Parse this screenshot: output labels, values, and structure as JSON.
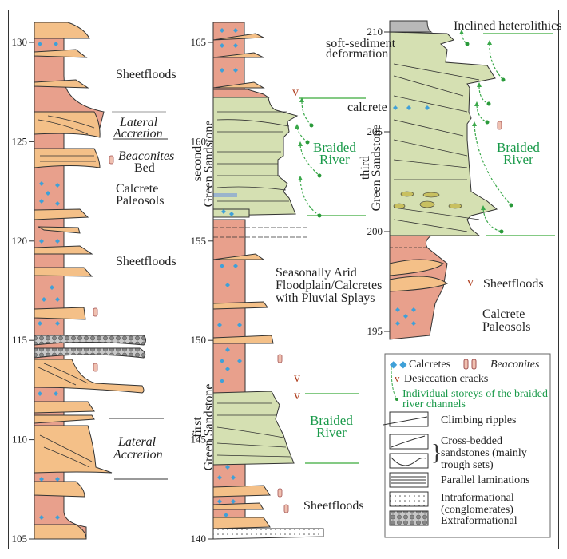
{
  "figure": {
    "type": "stratigraphic-log-diagram",
    "colors": {
      "mudstone": "#e8a08c",
      "sandstone_orange": "#f4c088",
      "green_sandstone": "#d5e0b2",
      "braided_river_text": "#1a9a4a",
      "calcrete": "#3fa0d8",
      "desiccation": "#b04020",
      "conglomerate_grey": "#a8a8a8"
    },
    "columns": [
      {
        "id": "left",
        "ticks": [
          "130",
          "125",
          "120",
          "115",
          "110",
          "105"
        ],
        "labels": {
          "sheetfloods_top": "Sheetfloods",
          "lateral_accretion_top_1": "Lateral",
          "lateral_accretion_top_2": "Accretion",
          "beaconites_1": "Beaconites",
          "beaconites_2": "Bed",
          "calcrete_1": "Calcrete",
          "calcrete_2": "Paleosols",
          "sheetfloods_mid": "Sheetfloods",
          "lateral_accretion_bottom_1": "Lateral",
          "lateral_accretion_bottom_2": "Accretion"
        }
      },
      {
        "id": "middle",
        "ticks": [
          "165",
          "160",
          "155",
          "150",
          "145",
          "140"
        ],
        "side_label_upper_1": "second",
        "side_label_upper_2": "Green Sandstone",
        "side_label_lower_1": "first",
        "side_label_lower_2": "Green Sandstone",
        "labels": {
          "braided_upper_1": "Braided",
          "braided_upper_2": "River",
          "floodplain_1": "Seasonally Arid",
          "floodplain_2": "Floodplain/Calcretes",
          "floodplain_3": "with Pluvial Splays",
          "braided_lower_1": "Braided",
          "braided_lower_2": "River",
          "sheetfloods": "Sheetfloods"
        }
      },
      {
        "id": "right",
        "ticks": [
          "210",
          "205",
          "200",
          "195"
        ],
        "side_label_1": "third",
        "side_label_2": "Green Sandstone",
        "labels": {
          "inclined": "Inclined  heterolithics",
          "soft_sed_1": "soft-sediment",
          "soft_sed_2": "deformation",
          "calcrete": "calcrete",
          "braided_1": "Braided",
          "braided_2": "River",
          "sheetfloods": "Sheetfloods",
          "paleosols_1": "Calcrete",
          "paleosols_2": "Paleosols"
        }
      }
    ],
    "legend": {
      "calcretes": "Calcretes",
      "beaconites": "Beaconites",
      "desiccation": "Desiccation cracks",
      "storeys_1": "Individual storeys of the braided",
      "storeys_2": "river channels",
      "climbing": "Climbing ripples",
      "cross_1": "Cross-bedded",
      "cross_2": "sandstones (mainly",
      "cross_3": "trough sets)",
      "parallel": "Parallel laminations",
      "intra_1": "Intraformational",
      "intra_2": "(conglomerates)",
      "extra": "Extraformational"
    }
  }
}
